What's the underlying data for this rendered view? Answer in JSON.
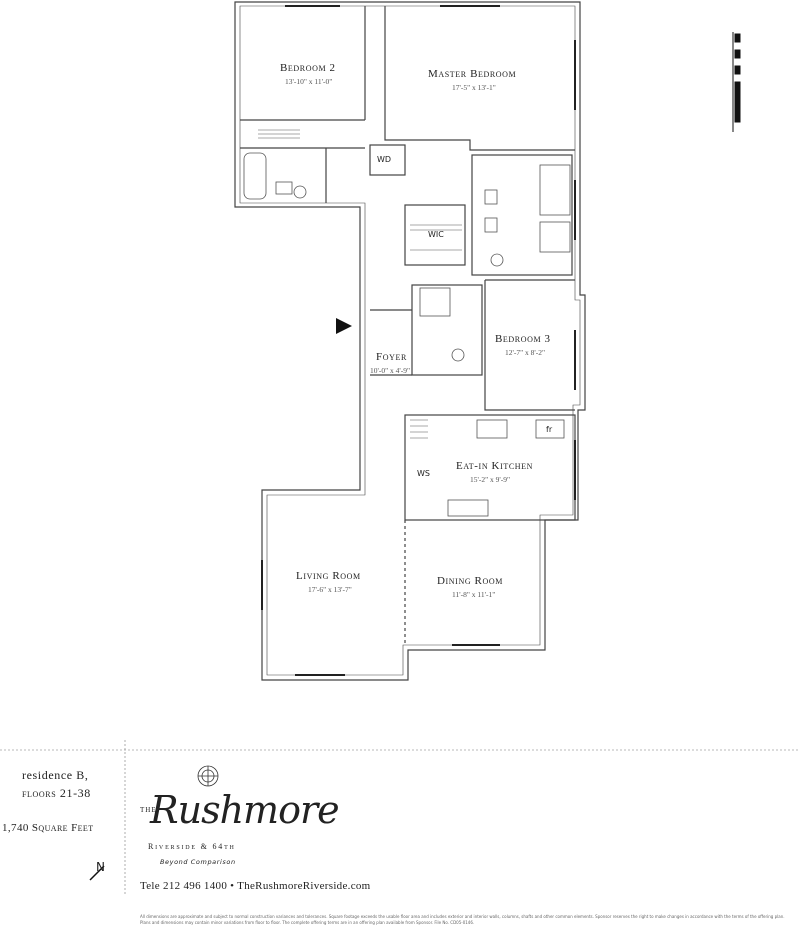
{
  "rooms": {
    "bedroom2": {
      "name": "Bedroom 2",
      "dims": "13'-10\" x 11'-0\""
    },
    "master_bedroom": {
      "name": "Master Bedroom",
      "dims": "17'-5\" x 13'-1\""
    },
    "bedroom3": {
      "name": "Bedroom 3",
      "dims": "12'-7\" x 8'-2\""
    },
    "foyer": {
      "name": "Foyer",
      "dims": "10'-0\" x 4'-9\""
    },
    "kitchen": {
      "name": "Eat-in Kitchen",
      "dims": "15'-2\" x 9'-9\""
    },
    "living_room": {
      "name": "Living Room",
      "dims": "17'-6\" x 13'-7\""
    },
    "dining_room": {
      "name": "Dining Room",
      "dims": "11'-8\" x 11'-1\""
    }
  },
  "labels": {
    "wd": "WD",
    "wic": "WIC",
    "ws": "WS",
    "fr": "fr"
  },
  "footer": {
    "residence": "residence B,",
    "floors": "floors 21-38",
    "square_feet": "1,740 Square Feet",
    "the": "THE",
    "logo": "Rushmore",
    "address": "Riverside & 64th",
    "tagline": "Beyond Comparison",
    "contact": "Tele 212 496 1400 • TheRushmoreRiverside.com",
    "north": "N",
    "disclaimer": "All dimensions are approximate and subject to normal construction variances and tolerances. Square footage exceeds the usable floor area and includes exterior and interior walls, columns, shafts and other common elements. Sponsor reserves the right to make changes in accordance with the terms of the offering plan. Plans and dimensions may contain minor variations from floor to floor. The complete offering terms are in an offering plan available from Sponsor. File No. CD05-0146."
  },
  "colors": {
    "wall": "#444444",
    "fixture": "#555555",
    "background": "#ffffff"
  }
}
